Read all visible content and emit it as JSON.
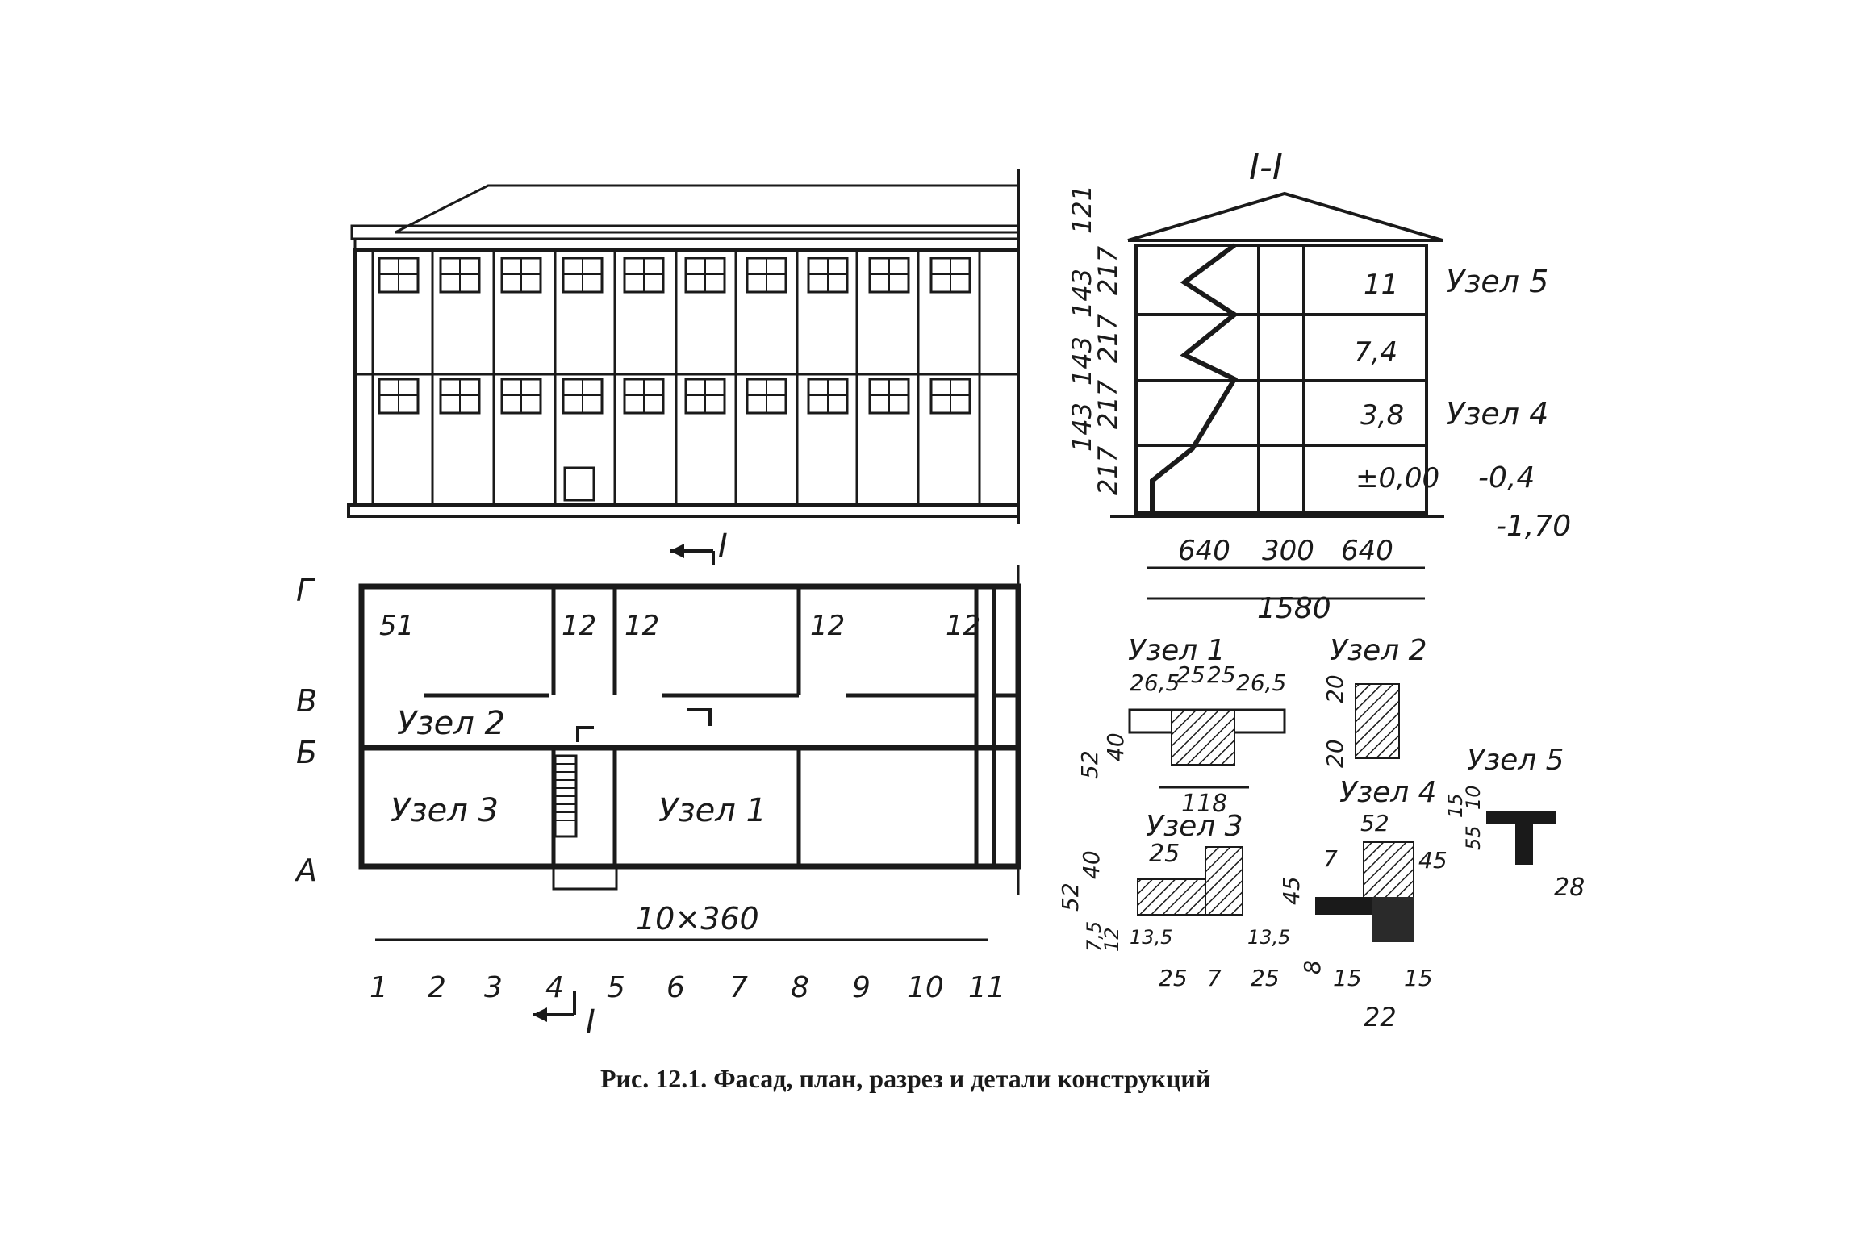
{
  "caption": "Рис. 12.1. Фасад, план, разрез и детали конструкций",
  "section": {
    "title": "I-I",
    "heights": [
      "121",
      "217",
      "143",
      "217",
      "143",
      "217",
      "143",
      "217"
    ],
    "levels": [
      "11",
      "7,4",
      "3,8",
      "±0,00",
      "-0,4",
      "-1,70"
    ],
    "spans": [
      "640",
      "300",
      "640"
    ],
    "overall": "1580",
    "node_labels": [
      "Узел 5",
      "Узел 4"
    ]
  },
  "plan": {
    "rows": [
      "Г",
      "В",
      "Б",
      "А"
    ],
    "axes": [
      "1",
      "2",
      "3",
      "4",
      "5",
      "6",
      "7",
      "8",
      "9",
      "10",
      "11"
    ],
    "span_label": "10×360",
    "wall_dims": [
      "51",
      "12",
      "12",
      "12",
      "12"
    ],
    "room_labels": [
      "Узел 2",
      "Узел 3",
      "Узел 1"
    ],
    "cut_mark": "I"
  },
  "details": {
    "node1": {
      "title": "Узел 1",
      "dims": [
        "26,5",
        "25",
        "25",
        "26,5",
        "52",
        "40",
        "118"
      ]
    },
    "node2": {
      "title": "Узел 2",
      "dims": [
        "20",
        "20"
      ]
    },
    "node3": {
      "title": "Узел 3",
      "dims": [
        "25",
        "40",
        "52",
        "7,5",
        "12",
        "13,5",
        "13,5",
        "25",
        "7",
        "25"
      ]
    },
    "node4": {
      "title": "Узел 4",
      "dims": [
        "52",
        "7",
        "45",
        "45",
        "8",
        "15",
        "15",
        "22"
      ]
    },
    "node5": {
      "title": "Узел 5",
      "dims": [
        "15",
        "10",
        "55",
        "28"
      ]
    }
  }
}
